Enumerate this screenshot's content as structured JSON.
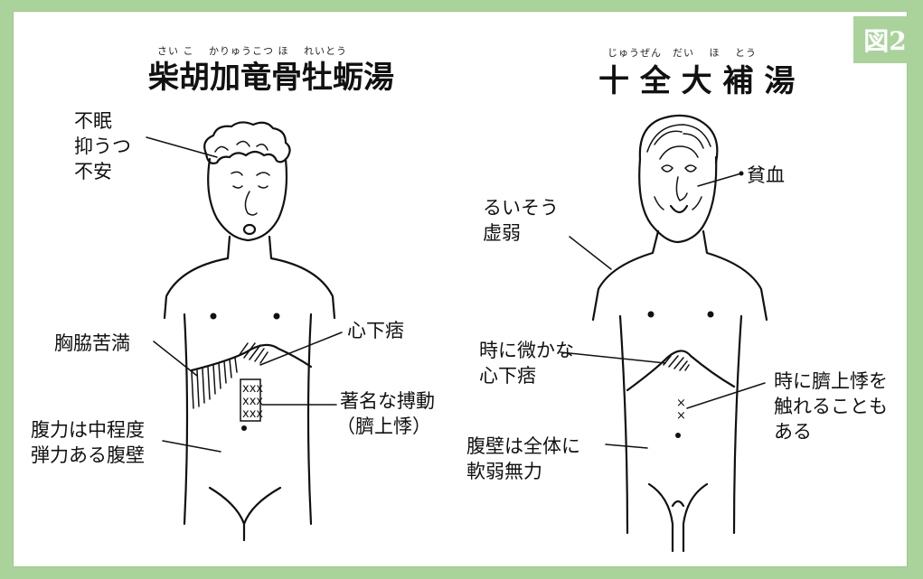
{
  "badge": "図2",
  "left": {
    "ruby": "さい こ　 かりゅうこつ ほ　 れいとう",
    "title": "柴胡加竜骨牡蛎湯",
    "label_sleep": [
      "不眠",
      "抑うつ",
      "不安"
    ],
    "label_chest": "胸脇苦満",
    "label_epigastric": "心下痞",
    "label_pulsation": [
      "著名な搏動",
      "（臍上悸）"
    ],
    "label_abdomen": [
      "腹力は中程度",
      "弾力ある腹壁"
    ]
  },
  "right": {
    "ruby": "じゅうぜん　だい　 ほ　 とう",
    "title": "十 全 大 補 湯",
    "label_anemia": "貧血",
    "label_weak": [
      "るいそう",
      "虚弱"
    ],
    "label_epigastric": [
      "時に微かな",
      "心下痞"
    ],
    "label_pulsation": [
      "時に臍上悸を",
      "触れることも",
      "ある"
    ],
    "label_abdomen": [
      "腹壁は全体に",
      "軟弱無力"
    ]
  }
}
